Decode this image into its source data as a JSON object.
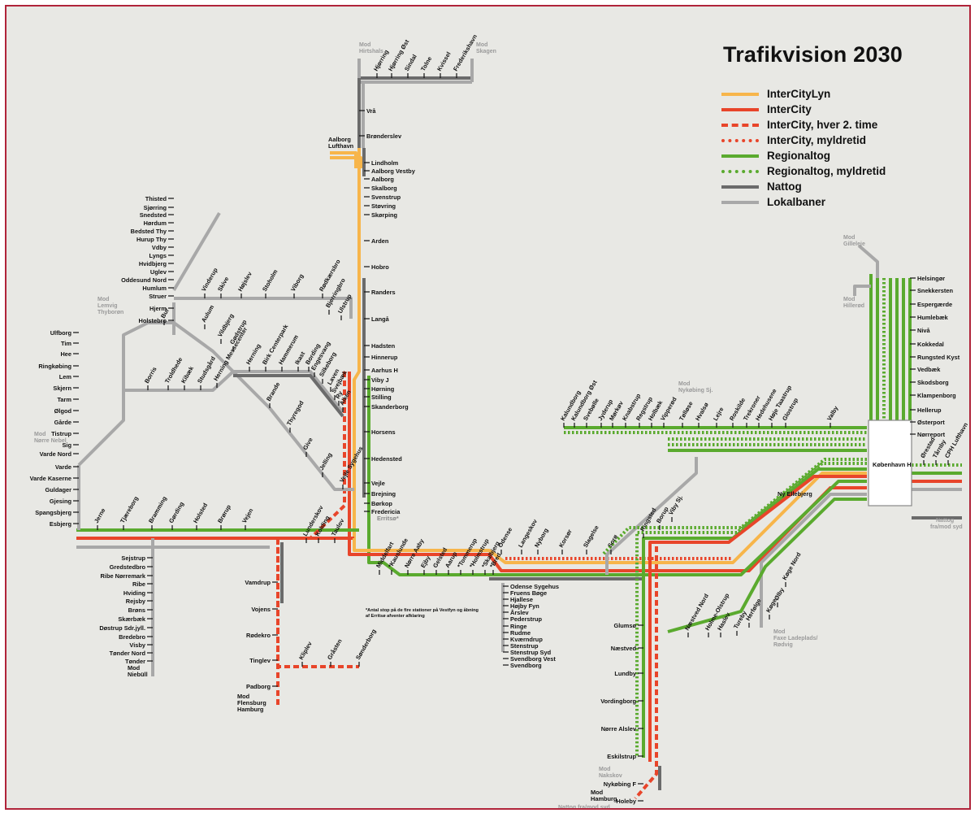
{
  "title": "Trafikvision 2030",
  "legend": [
    {
      "label": "InterCityLyn",
      "color": "#f7b54a",
      "style": "solid"
    },
    {
      "label": "InterCity",
      "color": "#e8452a",
      "style": "solid"
    },
    {
      "label": "InterCity, hver 2. time",
      "color": "#e8452a",
      "style": "dashed"
    },
    {
      "label": "InterCity, myldretid",
      "color": "#e8452a",
      "style": "dotted"
    },
    {
      "label": "Regionaltog",
      "color": "#5aaa2e",
      "style": "solid"
    },
    {
      "label": "Regionaltog, myldretid",
      "color": "#5aaa2e",
      "style": "dotted"
    },
    {
      "label": "Nattog",
      "color": "#6b6b6b",
      "style": "solid"
    },
    {
      "label": "Lokalbaner",
      "color": "#a8a8a8",
      "style": "solid"
    }
  ],
  "colors": {
    "lyn": "#f7b54a",
    "ic": "#e8452a",
    "reg": "#5aaa2e",
    "nat": "#6b6b6b",
    "lok": "#a8a8a8",
    "dest": "#9a9a9a"
  },
  "stations": {
    "jutland_main": [
      "Lindholm",
      "Aalborg Vestby",
      "Aalborg",
      "Skalborg",
      "Svenstrup",
      "Støvring",
      "Skørping",
      "Arden",
      "Hobro",
      "Randers",
      "Langå",
      "Hadsten",
      "Hinnerup",
      "Aarhus H",
      "Viby J",
      "Hørning",
      "Stilling",
      "Skanderborg",
      "Horsens",
      "Hedensted",
      "Vejle",
      "Brejning",
      "Børkop",
      "Fredericia"
    ],
    "north": [
      "Vrå",
      "Brønderslev"
    ],
    "north_branch": [
      "Hjørring",
      "Hjørring Øst",
      "Sindal",
      "Tolne",
      "Kvissel",
      "Frederikshavn"
    ],
    "thy": [
      "Thisted",
      "Sjørring",
      "Snedsted",
      "Hørdum",
      "Bedsted Thy",
      "Hurup Thy",
      "Vdby",
      "Lyngs",
      "Hvidbjerg",
      "Uglev",
      "Oddesund Nord",
      "Humlum",
      "Struer",
      "Hjerm",
      "Holstebro"
    ],
    "west_coast": [
      "Ulfborg",
      "Tim",
      "Hee",
      "Ringkøbing",
      "Lem",
      "Skjern",
      "Tarm",
      "Ølgod",
      "Gårde",
      "Tistrup",
      "Sig",
      "Varde Nord",
      "Varde",
      "Varde Kaserne",
      "Guldager",
      "Gjesing",
      "Spangsbjerg",
      "Esbjerg"
    ],
    "esbjerg_line": [
      "Jerne",
      "Tjæreborg",
      "Bramming",
      "Gørding",
      "Holsted",
      "Brørup",
      "Vejen"
    ],
    "south_west": [
      "Sejstrup",
      "Gredstedbro",
      "Ribe Nørremark",
      "Ribe",
      "Hviding",
      "Rejsby",
      "Brøns",
      "Skærbæk",
      "Døstrup Sdr.jyll.",
      "Bredebro",
      "Visby",
      "Tønder Nord",
      "Tønder"
    ],
    "south_east": [
      "Vamdrup",
      "Vojens",
      "Rødekro",
      "Tinglev",
      "Padborg"
    ],
    "sonderborg": [
      "Kliplev",
      "Gråsten",
      "Sønderborg"
    ],
    "fyn_branch": [
      "Odense Sygehus",
      "Fruens Bøge",
      "Hjallese",
      "Højby Fyn",
      "Årslev",
      "Pederstrup",
      "Ringe",
      "Rudme",
      "Kværndrup",
      "Stenstrup",
      "Stenstrup Syd",
      "Svendborg Vest",
      "Svendborg"
    ],
    "sjaelland_south": [
      "Glumsø",
      "Næstved",
      "Lundby",
      "Vordingborg",
      "Nørre Alslev",
      "Eskilstrup",
      "Nykøbing F",
      "Holeby"
    ],
    "coast": [
      "Helsingør",
      "Snekkersten",
      "Espergærde",
      "Humlebæk",
      "Nivå",
      "Kokkedal",
      "Rungsted Kyst",
      "Vedbæk",
      "Skodsborg",
      "Klampenborg",
      "Hellerup",
      "Østerport",
      "Nørreport"
    ],
    "kbh": "København H",
    "ny_ellebjerg": "Ny Ellebjerg",
    "aalborg_lufthavn": "Aalborg Lufthavn",
    "erritso": "Erritsø*",
    "diag_west": [
      "Vinderup",
      "Skive",
      "Højslev",
      "Stoholm",
      "Viborg",
      "Rødkærsbro",
      "Bjerringbro",
      "Ulstrup"
    ],
    "diag_herning": [
      "Bur",
      "Aulum",
      "Vildbjerg",
      "Gødstrup",
      "Herning",
      "Birk Centerpark",
      "Hammerum",
      "Ikast",
      "Bording",
      "Engesvang",
      "Silkeborg",
      "Laven",
      "Svejbæk",
      "Ry",
      "Alken",
      "Borris",
      "Troldhede",
      "Kibæk",
      "Studsgård",
      "Herning Messecenter",
      "Brande",
      "Thyregod",
      "Give",
      "Jelling",
      "Vejle Sygehus"
    ],
    "fyn_diag": [
      "Middelfart",
      "*Kauslunde",
      "Nørre Aaby",
      "Ejby",
      "Gelsted",
      "Aarup",
      "*Tommerup",
      "*Holmstrup",
      "*Skalbjerg",
      "*Bred",
      "Odense",
      "Langeskov",
      "Nyborg",
      "Korsør",
      "Slagelse",
      "Sorø",
      "Ringsted",
      "Borup",
      "Viby Sj.",
      "Lunderskov",
      "Kolding",
      "Taulov"
    ],
    "zealand_diag": [
      "Kalundborg",
      "Kalundborg Øst",
      "Svebølle",
      "Jyderup",
      "Mørkøv",
      "Knabstrup",
      "Regstrup",
      "Holbæk",
      "Vipperød",
      "Tølløse",
      "Hvalsø",
      "Lejre",
      "Roskilde",
      "Trekroner",
      "Hedehusene",
      "Høje Taastrup",
      "Glostrup",
      "Valby"
    ],
    "airport": [
      "Ørestad",
      "Tårnby",
      "CPH Lufthavn"
    ],
    "koge": [
      "Køge Nord",
      "Ølby",
      "Køge",
      "Herfølge",
      "Tureby",
      "Haslev",
      "Holme-Olstrup",
      "Næstved Nord"
    ]
  },
  "destinations": [
    "Mod Hirtshals",
    "Mod Skagen",
    "Mod Lemvig Thyborøn",
    "Mod Nørre Nebel",
    "Mod Niebüll",
    "Mod Flensburg Hamburg",
    "Mod Nykøbing Sj.",
    "Mod Gilleleje",
    "Mod Hillerød",
    "Mod Faxe Ladeplads/ Rødvig",
    "Mod Nakskov",
    "Mod Hamburg",
    "Nattog fra/mod syd"
  ],
  "footnote": "*Antal stop på de fire stationer på Vestfyn og åbning af Erritsø afventer afklaring"
}
